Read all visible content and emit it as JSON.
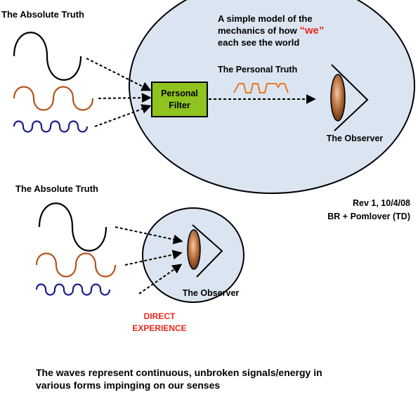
{
  "top_panel": {
    "absolute_truth_label": "The Absolute Truth",
    "title_line1": "A simple model of the",
    "title_line2_prefix": "mechanics of how ",
    "title_line2_emphasis": "“we”",
    "title_line3": "each see the world",
    "personal_truth_label": "The Personal Truth",
    "filter_line1": "Personal",
    "filter_line2": "Filter",
    "observer_label": "The Observer"
  },
  "revision": {
    "line1": "Rev 1, 10/4/08",
    "line2": "BR + Pomlover (TD)"
  },
  "bottom_panel": {
    "absolute_truth_label": "The Absolute Truth",
    "observer_label": "The Observer",
    "direct_line1": "DIRECT",
    "direct_line2": "EXPERIENCE"
  },
  "caption": {
    "line1": "The waves represent continuous, unbroken signals/energy in",
    "line2": "various forms impinging on our senses"
  },
  "colors": {
    "ellipse_fill": "#dbe5f1",
    "filter_fill": "#8fc31f",
    "wave_black": "#000000",
    "wave_brown": "#b5541c",
    "wave_blue": "#1a1a8c",
    "signal_orange": "#e87722",
    "emphasis_red": "#e8281e",
    "eye_brown": "#8b4513"
  }
}
